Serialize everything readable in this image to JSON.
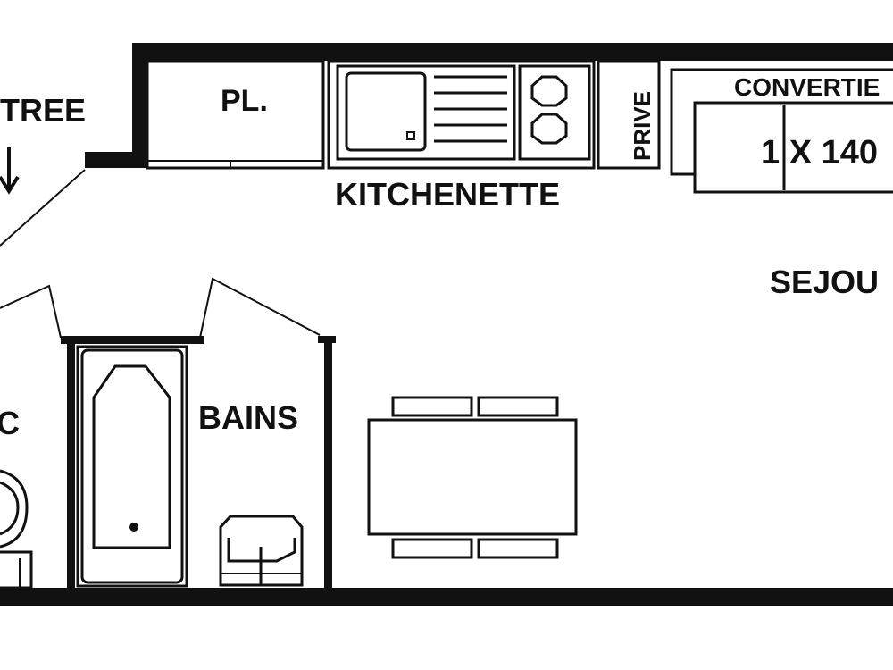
{
  "plan": {
    "labels": {
      "entree": "TREE",
      "placard": "PL.",
      "kitchenette": "KITCHENETTE",
      "prive": "PRIVE",
      "convertible": "CONVERTIE",
      "bed_size": "1 X 140",
      "sejour": "SEJOU",
      "bains": "BAINS",
      "wc": "C"
    },
    "colors": {
      "ink": "#111111",
      "background": "#ffffff"
    }
  }
}
